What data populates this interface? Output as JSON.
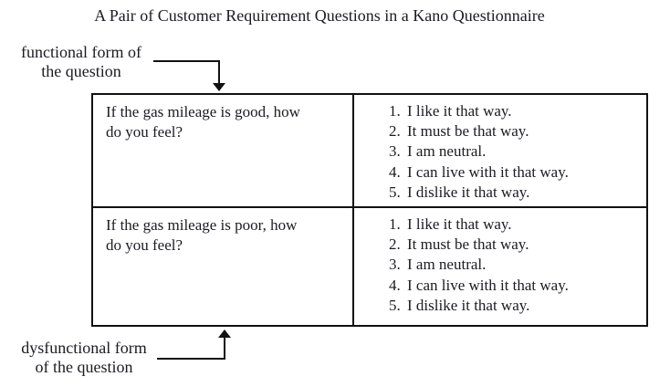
{
  "title": "A Pair of Customer Requirement Questions in a Kano Questionnaire",
  "annotations": {
    "functional": {
      "line1": "functional form of",
      "line2": "the question"
    },
    "dysfunctional": {
      "line1": "dysfunctional form",
      "line2": "of the question"
    }
  },
  "table": {
    "rows": [
      {
        "question": "If the gas mileage is good, how do you feel?",
        "options": [
          {
            "num": "1.",
            "label": "I like it that way."
          },
          {
            "num": "2.",
            "label": "It must be that way."
          },
          {
            "num": "3.",
            "label": "I am neutral."
          },
          {
            "num": "4.",
            "label": "I can live with it that way."
          },
          {
            "num": "5.",
            "label": "I dislike it that way."
          }
        ]
      },
      {
        "question": "If the gas mileage is poor, how do you feel?",
        "options": [
          {
            "num": "1.",
            "label": "I like it that way."
          },
          {
            "num": "2.",
            "label": "It must be that way."
          },
          {
            "num": "3.",
            "label": "I am neutral."
          },
          {
            "num": "4.",
            "label": "I can live with it that way."
          },
          {
            "num": "5.",
            "label": "I dislike it that way."
          }
        ]
      }
    ]
  },
  "colors": {
    "background": "#ffffff",
    "text": "#1b1b22",
    "line": "#111111"
  }
}
